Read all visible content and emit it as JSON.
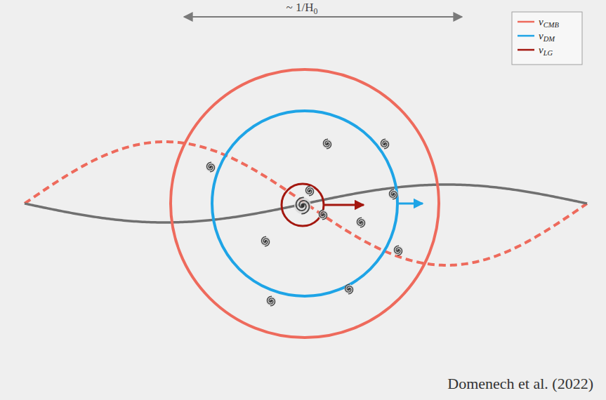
{
  "diagram": {
    "caption": "Domenech et al. (2022)",
    "labels": [
      "~ 1/H0"
    ],
    "legend": [
      {
        "text": "vCMB"
      },
      {
        "text": "vDM"
      },
      {
        "text": "vLG"
      }
    ]
  }
}
